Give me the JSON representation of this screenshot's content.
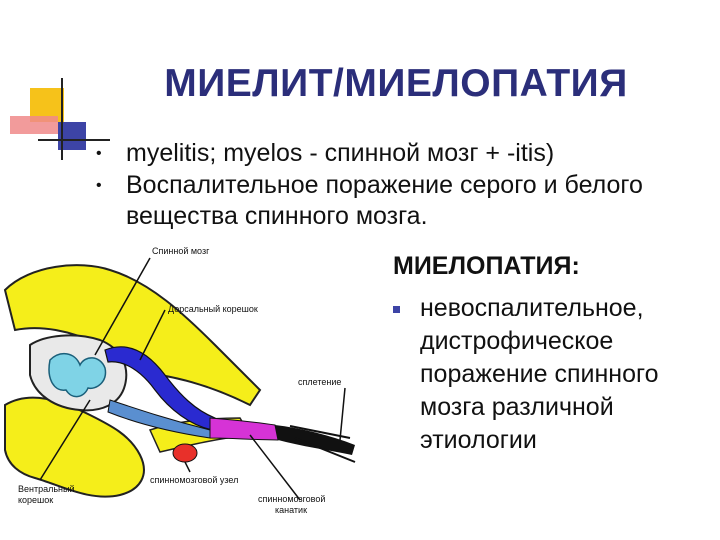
{
  "slide": {
    "title": "МИЕЛИТ/МИЕЛОПАТИЯ",
    "bullets": [
      "myelitis; myelos - спинной мозг + -itis)",
      "Воспалительное поражение серого и белого вещества спинного мозга."
    ],
    "side_heading": "МИЕЛОПАТИЯ:",
    "side_items": [
      "невоспалительное, дистрофическое поражение спинного мозга различной этиологии"
    ]
  },
  "diagram": {
    "labels": {
      "spinal_cord": "Спинной мозг",
      "dorsal_root": "Дорсальный корешок",
      "plexus": "сплетение",
      "ventral_root": "Вентральный корешок",
      "spinal_ganglion": "спинномозговой узел",
      "spinal_canal": "спинномозговой канатик"
    }
  },
  "colors": {
    "title": "#2b2e7a",
    "bullet_square": "#3d44a6",
    "bone": "#f5ee1a",
    "cord": "#7fd3e6",
    "nerve_blue": "#2a2ad0",
    "nerve_magenta": "#d633d6",
    "ganglion": "#e8302a"
  }
}
